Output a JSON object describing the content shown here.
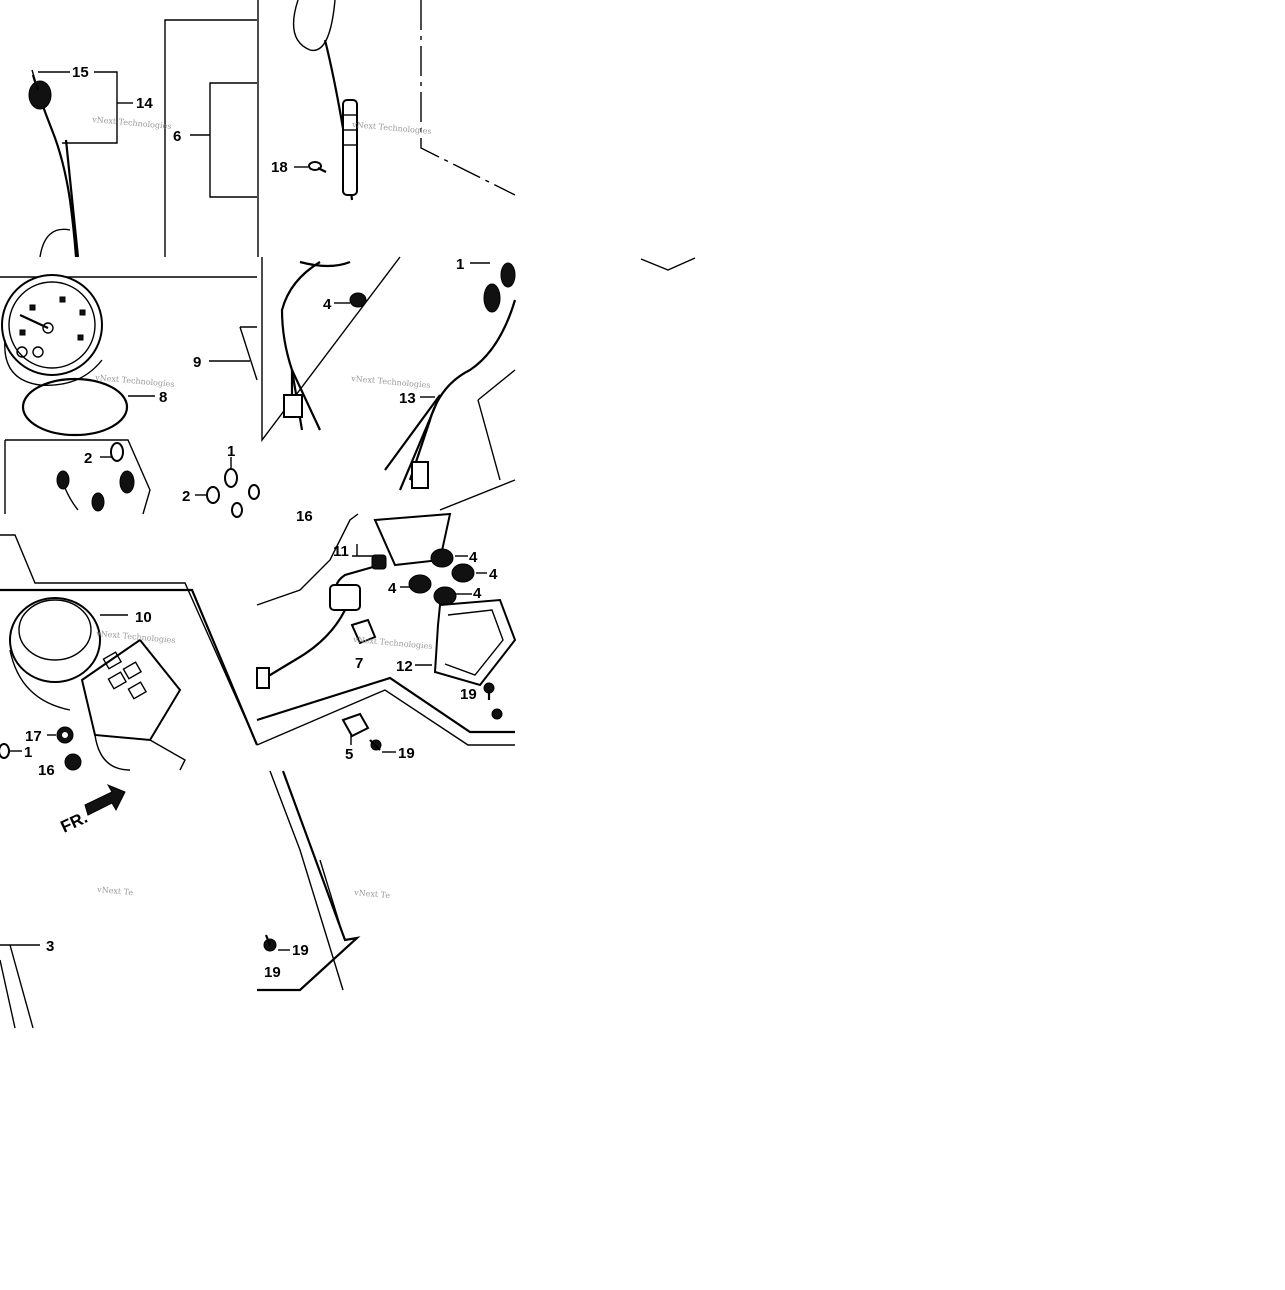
{
  "diagram": {
    "tiles_count": 16,
    "callouts": [
      {
        "id": "c15",
        "text": "15"
      },
      {
        "id": "c14",
        "text": "14"
      },
      {
        "id": "c6",
        "text": "6"
      },
      {
        "id": "c18",
        "text": "18"
      },
      {
        "id": "c9",
        "text": "9"
      },
      {
        "id": "c8",
        "text": "8"
      },
      {
        "id": "c2a",
        "text": "2"
      },
      {
        "id": "c1a",
        "text": "1"
      },
      {
        "id": "c2b",
        "text": "2"
      },
      {
        "id": "c1b",
        "text": "1"
      },
      {
        "id": "c4a",
        "text": "4"
      },
      {
        "id": "c13",
        "text": "13"
      },
      {
        "id": "c16a",
        "text": "16"
      },
      {
        "id": "c11",
        "text": "11"
      },
      {
        "id": "c4b",
        "text": "4"
      },
      {
        "id": "c4c",
        "text": "4"
      },
      {
        "id": "c4d",
        "text": "4"
      },
      {
        "id": "c4e",
        "text": "4"
      },
      {
        "id": "c10",
        "text": "10"
      },
      {
        "id": "c7",
        "text": "7"
      },
      {
        "id": "c12",
        "text": "12"
      },
      {
        "id": "c19a",
        "text": "19"
      },
      {
        "id": "c17",
        "text": "17"
      },
      {
        "id": "c1c",
        "text": "1"
      },
      {
        "id": "c16b",
        "text": "16"
      },
      {
        "id": "c5",
        "text": "5"
      },
      {
        "id": "c19b",
        "text": "19"
      },
      {
        "id": "c3",
        "text": "3"
      },
      {
        "id": "c19c",
        "text": "19"
      },
      {
        "id": "c19d",
        "text": "19"
      }
    ],
    "front_marker": "FR.",
    "watermark": "vNext Technologies",
    "watermark_partial": "vNext Te"
  }
}
